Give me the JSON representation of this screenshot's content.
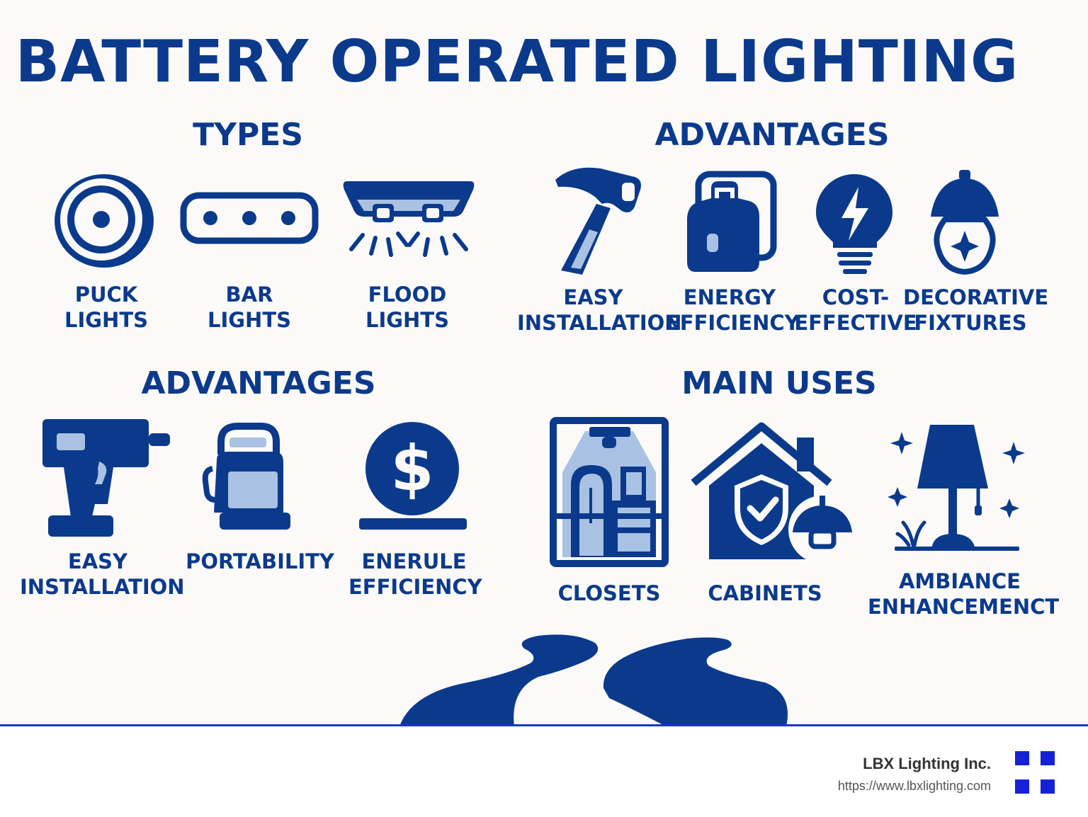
{
  "title": "BATTERY OPERATED LIGHTING",
  "types": {
    "heading": "TYPES",
    "items": [
      {
        "icon": "puck-light-icon",
        "line1": "PUCK",
        "line2": "LIGHTS"
      },
      {
        "icon": "bar-light-icon",
        "line1": "BAR",
        "line2": "LIGHTS"
      },
      {
        "icon": "flood-light-icon",
        "line1": "FLOOD",
        "line2": "LIGHTS"
      }
    ]
  },
  "advantages_top": {
    "heading": "ADVANTAGES",
    "items": [
      {
        "icon": "hammer-icon",
        "line1": "EASY",
        "line2": "INSTALLATION"
      },
      {
        "icon": "battery-pack-icon",
        "line1": "ENERGY",
        "line2": "EFFICIENCY"
      },
      {
        "icon": "lightbulb-bolt-icon",
        "line1": "COST-",
        "line2": "EFFECTIVE"
      },
      {
        "icon": "pendant-lamp-icon",
        "line1": "DECORATIVE",
        "line2": "FIXTURES"
      }
    ]
  },
  "advantages_bottom": {
    "heading": "ADVANTAGES",
    "items": [
      {
        "icon": "drill-icon",
        "line1": "EASY",
        "line2": "INSTALLATION"
      },
      {
        "icon": "portable-lantern-icon",
        "line1": "PORTABILITY",
        "line2": ""
      },
      {
        "icon": "dollar-coin-icon",
        "line1": "ENERULE",
        "line2": "EFFICIENCY"
      }
    ]
  },
  "main_uses": {
    "heading": "MAIN USES",
    "items": [
      {
        "icon": "closet-icon",
        "line1": "CLOSETS",
        "line2": ""
      },
      {
        "icon": "house-shield-icon",
        "line1": "CABINETS",
        "line2": ""
      },
      {
        "icon": "table-lamp-icon",
        "line1": "AMBIANCE",
        "line2": "ENHANCEMENCT"
      }
    ]
  },
  "footer": {
    "company": "LBX Lighting Inc.",
    "url": "https://www.lbxlighting.com"
  },
  "colors": {
    "primary": "#0b3a8c",
    "light_fill": "#a9c1e3",
    "footer_accent": "#1521d8",
    "background": "#fbfaf8"
  }
}
